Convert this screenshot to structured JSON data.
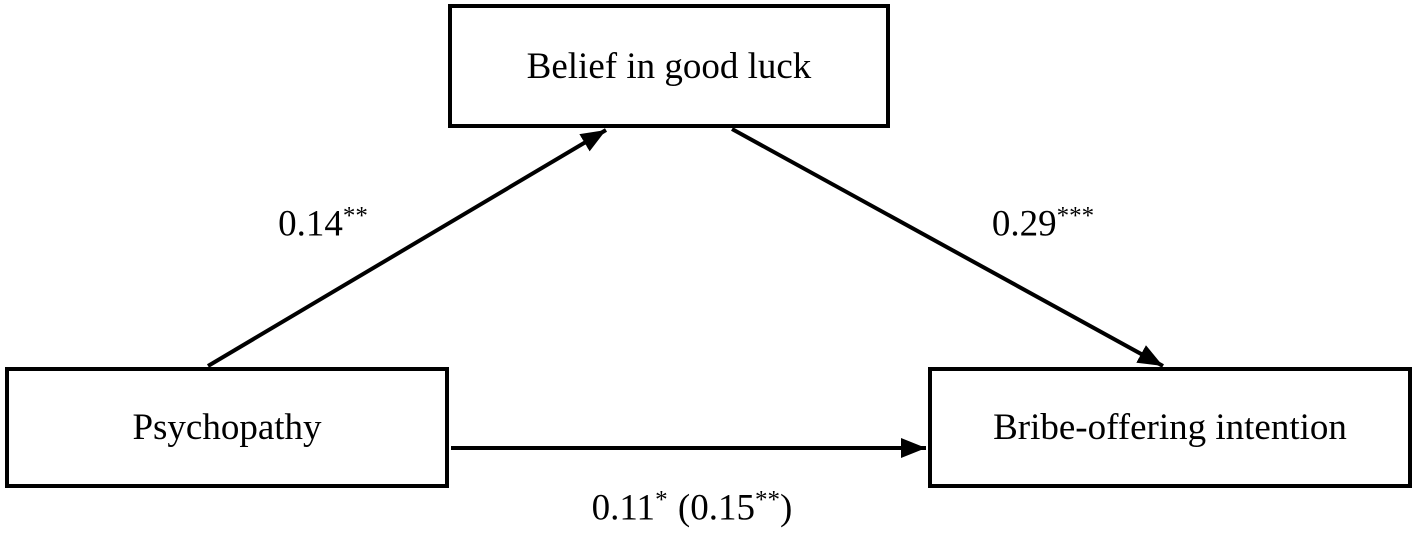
{
  "nodes": {
    "predictor": {
      "label": "Psychopathy"
    },
    "mediator": {
      "label": "Belief in good luck"
    },
    "outcome": {
      "label": "Bribe-offering intention"
    }
  },
  "paths": {
    "a_predictor_to_mediator": {
      "coef": "0.14",
      "sig": "**"
    },
    "b_mediator_to_outcome": {
      "coef": "0.29",
      "sig": "***"
    },
    "c_predictor_to_outcome": {
      "direct_coef": "0.11",
      "direct_sig": "*",
      "total_open": "(0.15",
      "total_sig": "**",
      "total_close": ")"
    }
  },
  "colors": {
    "line": "#000000",
    "box-border": "#000000",
    "text": "#000000",
    "background": "#ffffff"
  }
}
